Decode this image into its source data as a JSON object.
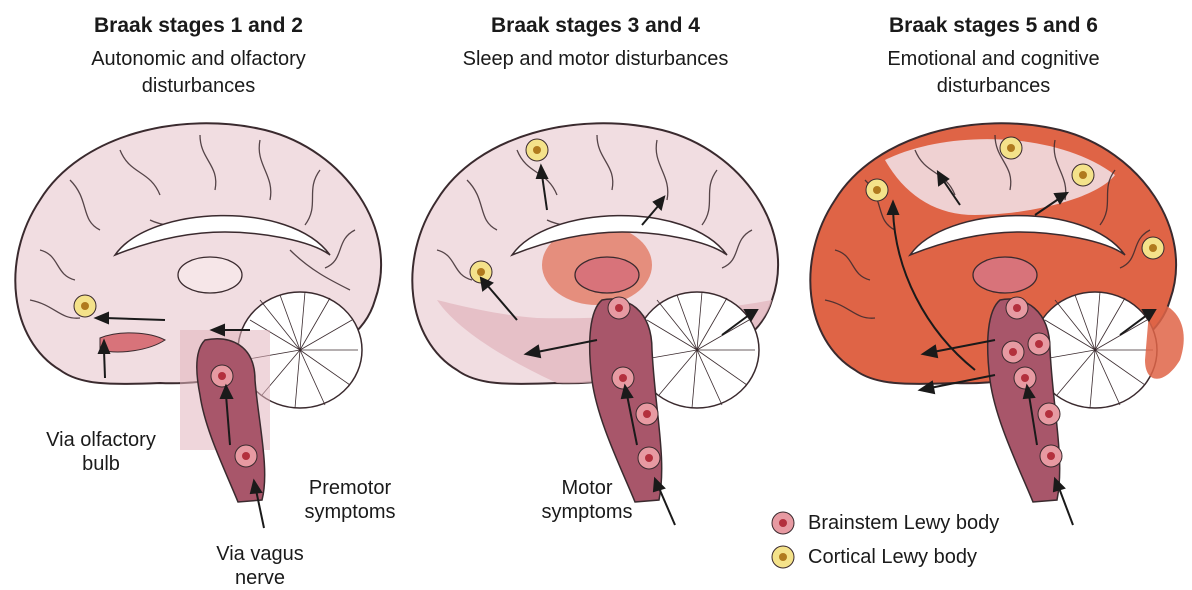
{
  "panels": [
    {
      "title": "Braak stages 1 and 2",
      "subtitle": "Autonomic and olfactory disturbances"
    },
    {
      "title": "Braak stages 3 and 4",
      "subtitle": "Sleep and motor disturbances"
    },
    {
      "title": "Braak stages 5 and 6",
      "subtitle": "Emotional and cognitive disturbances"
    }
  ],
  "labels": {
    "olfactory": "Via olfactory bulb",
    "vagus": "Via vagus nerve",
    "premotor": "Premotor symptoms",
    "motor": "Motor symptoms"
  },
  "legend": {
    "brainstem": "Brainstem Lewy body",
    "cortical": "Cortical Lewy body"
  },
  "colors": {
    "brain_base": "#f1dde1",
    "brain_outline": "#3a2a2e",
    "affected_light": "#e2b5bd",
    "affected_mid": "#d8737a",
    "affected_strong": "#df6446",
    "brainstem": "#a8566a",
    "brainstem_lewy_outer": "#e79aa2",
    "brainstem_lewy_inner": "#b3303d",
    "cortical_lewy_outer": "#f4e28a",
    "cortical_lewy_inner": "#b07a1e"
  }
}
